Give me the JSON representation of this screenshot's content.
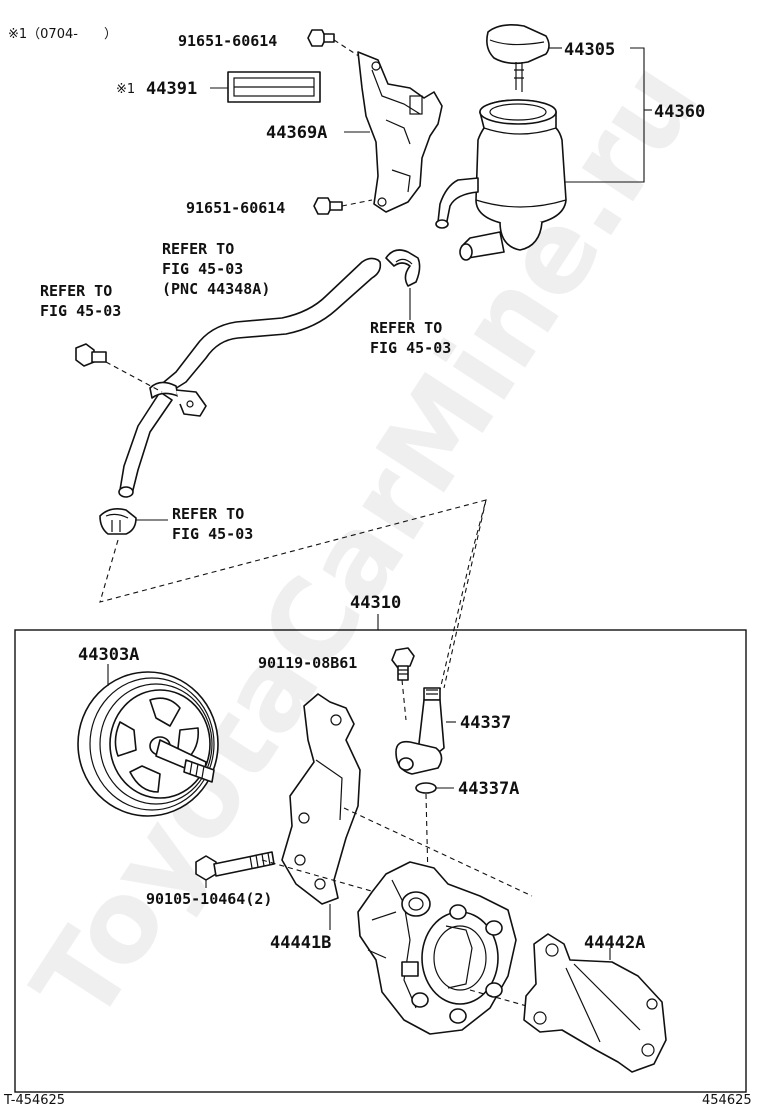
{
  "header": {
    "note": "※1（0704-　　）"
  },
  "watermark": "ToyotaCarMine.ru",
  "parts": {
    "bolt_upper": "91651-60614",
    "bolt_lower": "91651-60614",
    "cap": "44305",
    "reservoir": "44360",
    "label_note_mark": "※1",
    "label_plate": "44391",
    "bracket": "44369A",
    "assembly": "44310",
    "pulley": "44303A",
    "union_bolt": "90119-08B61",
    "union": "44337",
    "o_ring": "44337A",
    "long_bolt": "90105-10464(2)",
    "bracket_front": "44441B",
    "bracket_rear": "44442A"
  },
  "refs": {
    "hose_ref_line1": "REFER TO",
    "hose_ref_line2": "FIG 45-03",
    "hose_ref_line3": "(PNC 44348A)",
    "left_ref_line1": "REFER TO",
    "left_ref_line2": "FIG 45-03",
    "clamp_ref_line1": "REFER TO",
    "clamp_ref_line2": "FIG 45-03",
    "bottom_ref_line1": "REFER TO",
    "bottom_ref_line2": "FIG 45-03"
  },
  "footer": {
    "left_id": "T-454625",
    "right_id": "454625"
  }
}
